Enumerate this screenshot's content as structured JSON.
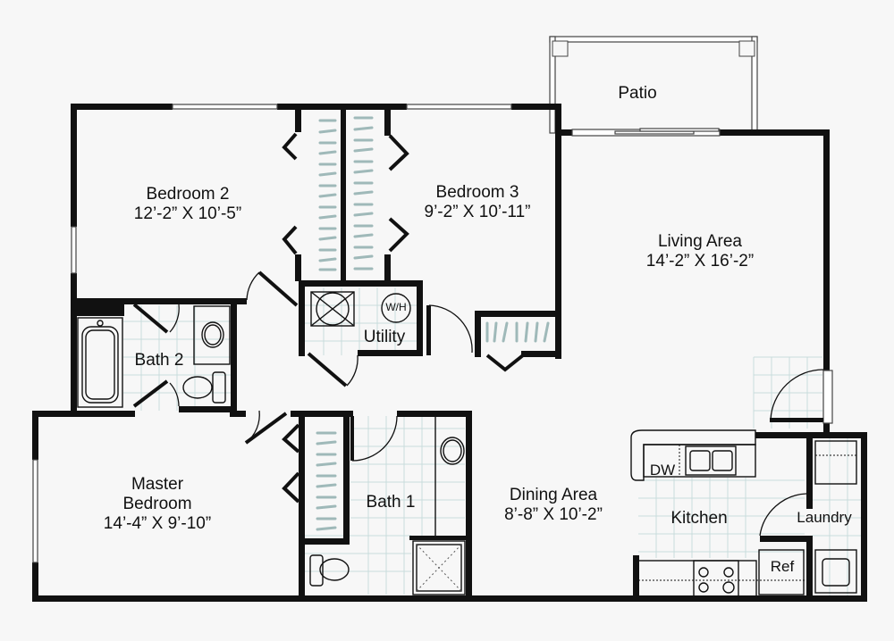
{
  "floorplan": {
    "rooms": [
      {
        "id": "patio",
        "name": "Patio",
        "dimensions": ""
      },
      {
        "id": "bedroom2",
        "name": "Bedroom 2",
        "dimensions": "12’-2” X 10’-5”"
      },
      {
        "id": "bedroom3",
        "name": "Bedroom 3",
        "dimensions": "9’-2” X 10’-11”"
      },
      {
        "id": "living",
        "name": "Living Area",
        "dimensions": "14’-2” X 16’-2”"
      },
      {
        "id": "bath2",
        "name": "Bath 2",
        "dimensions": ""
      },
      {
        "id": "utility",
        "name": "Utility",
        "dimensions": ""
      },
      {
        "id": "master",
        "name_line1": "Master",
        "name_line2": "Bedroom",
        "dimensions": "14’-4” X 9’-10”"
      },
      {
        "id": "bath1",
        "name": "Bath 1",
        "dimensions": ""
      },
      {
        "id": "dining",
        "name": "Dining Area",
        "dimensions": "8’-8” X 10’-2”"
      },
      {
        "id": "kitchen",
        "name": "Kitchen",
        "dimensions": ""
      },
      {
        "id": "laundry",
        "name": "Laundry",
        "dimensions": ""
      }
    ],
    "fixtures": {
      "water_heater": "W/H",
      "dishwasher": "DW",
      "refrigerator": "Ref"
    },
    "colors": {
      "wall": "#111111",
      "tile_grid": "#c9dcdc",
      "closet_rod": "#9fb9b9",
      "background": "#f7f7f7"
    }
  }
}
